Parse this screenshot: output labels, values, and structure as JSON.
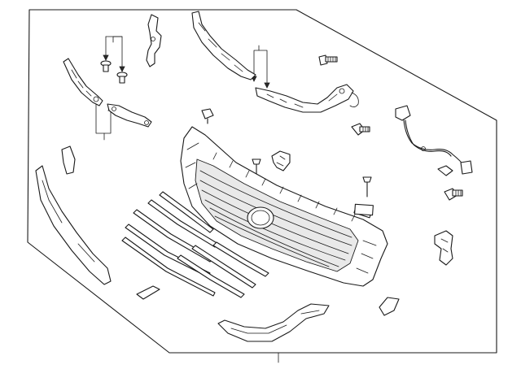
{
  "diagram": {
    "view": "exploded-parts-view",
    "part_groups": [
      "front-bumper-lower-molding",
      "grille-chrome-strips",
      "radiator-grille-assembly",
      "grille-mounting-brackets",
      "fasteners-bolts-clips",
      "sensor-wiring-harness",
      "bumper-lip-trim"
    ],
    "colors": {
      "line": "#1a1a1a",
      "background": "#ffffff",
      "shade": "#e9e9e9"
    }
  }
}
